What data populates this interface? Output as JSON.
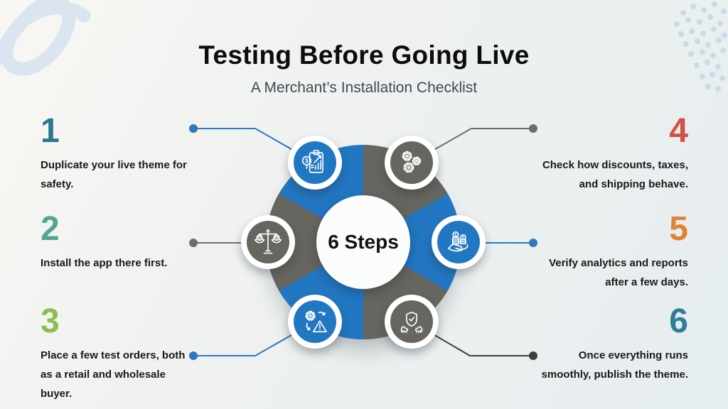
{
  "header": {
    "title": "Testing Before Going Live",
    "subtitle": "A Merchant’s Installation Checklist"
  },
  "center": {
    "label": "6 Steps"
  },
  "colors": {
    "wheel_blue": "#2277c2",
    "wheel_gray": "#66655f",
    "connector_blue": "#2e78bf",
    "connector_gray": "#6f6f69",
    "connector_dark": "#3e3e3a"
  },
  "steps": [
    {
      "number": "1",
      "color": "#2b7694",
      "side": "left",
      "text": "Duplicate your live theme for\nsafety.",
      "icon": "financial-report-icon"
    },
    {
      "number": "2",
      "color": "#52a794",
      "side": "left",
      "text": "Install the app there first.",
      "icon": "balance-scale-icon"
    },
    {
      "number": "3",
      "color": "#8cbe4f",
      "side": "left",
      "text": "Place a few test orders, both\nas a retail and wholesale\nbuyer.",
      "icon": "process-warning-icon"
    },
    {
      "number": "4",
      "color": "#d05348",
      "side": "right",
      "text": "Check how discounts, taxes,\nand shipping behave.",
      "icon": "gears-icon"
    },
    {
      "number": "5",
      "color": "#e08432",
      "side": "right",
      "text": "Verify analytics and reports\nafter a few days.",
      "icon": "coins-in-hand-icon"
    },
    {
      "number": "6",
      "color": "#2e7e98",
      "side": "right",
      "text": "Once everything runs\nsmoothly, publish the theme.",
      "icon": "shield-hands-icon"
    }
  ]
}
